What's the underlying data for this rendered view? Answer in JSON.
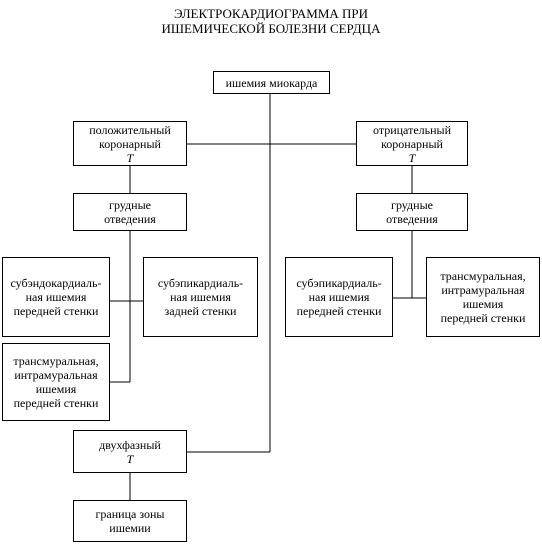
{
  "title": {
    "line1": "ЭЛЕКТРОКАРДИОГРАММА ПРИ",
    "line2": "ИШЕМИЧЕСКОЙ БОЛЕЗНИ СЕРДЦА"
  },
  "nodes": {
    "ischemia": {
      "lines": [
        "ишемия миокарда"
      ]
    },
    "positive_t": {
      "lines": [
        "положительный",
        "коронарный",
        "T"
      ]
    },
    "negative_t": {
      "lines": [
        "отрицательный",
        "коронарный",
        "T"
      ]
    },
    "chest_left": {
      "lines": [
        "грудные",
        "отведения"
      ]
    },
    "chest_right": {
      "lines": [
        "грудные",
        "отведения"
      ]
    },
    "subendo_anterior": {
      "lines": [
        "субэндокардиаль-",
        "ная ишемия",
        "передней стенки"
      ]
    },
    "subepi_posterior": {
      "lines": [
        "субэпикардиаль-",
        "ная ишемия",
        "задней стенки"
      ]
    },
    "transmural_left": {
      "lines": [
        "трансмуральная,",
        "интрамуральная",
        "ишемия",
        "передней стенки"
      ]
    },
    "subepi_anterior": {
      "lines": [
        "субэпикардиаль-",
        "ная ишемия",
        "передней стенки"
      ]
    },
    "transmural_right": {
      "lines": [
        "трансмуральная,",
        "интрамуральная",
        "ишемия",
        "передней стенки"
      ]
    },
    "biphasic_t": {
      "lines": [
        "двухфазный",
        "T"
      ]
    },
    "zone_border": {
      "lines": [
        "граница зоны",
        "ишемии"
      ]
    }
  }
}
